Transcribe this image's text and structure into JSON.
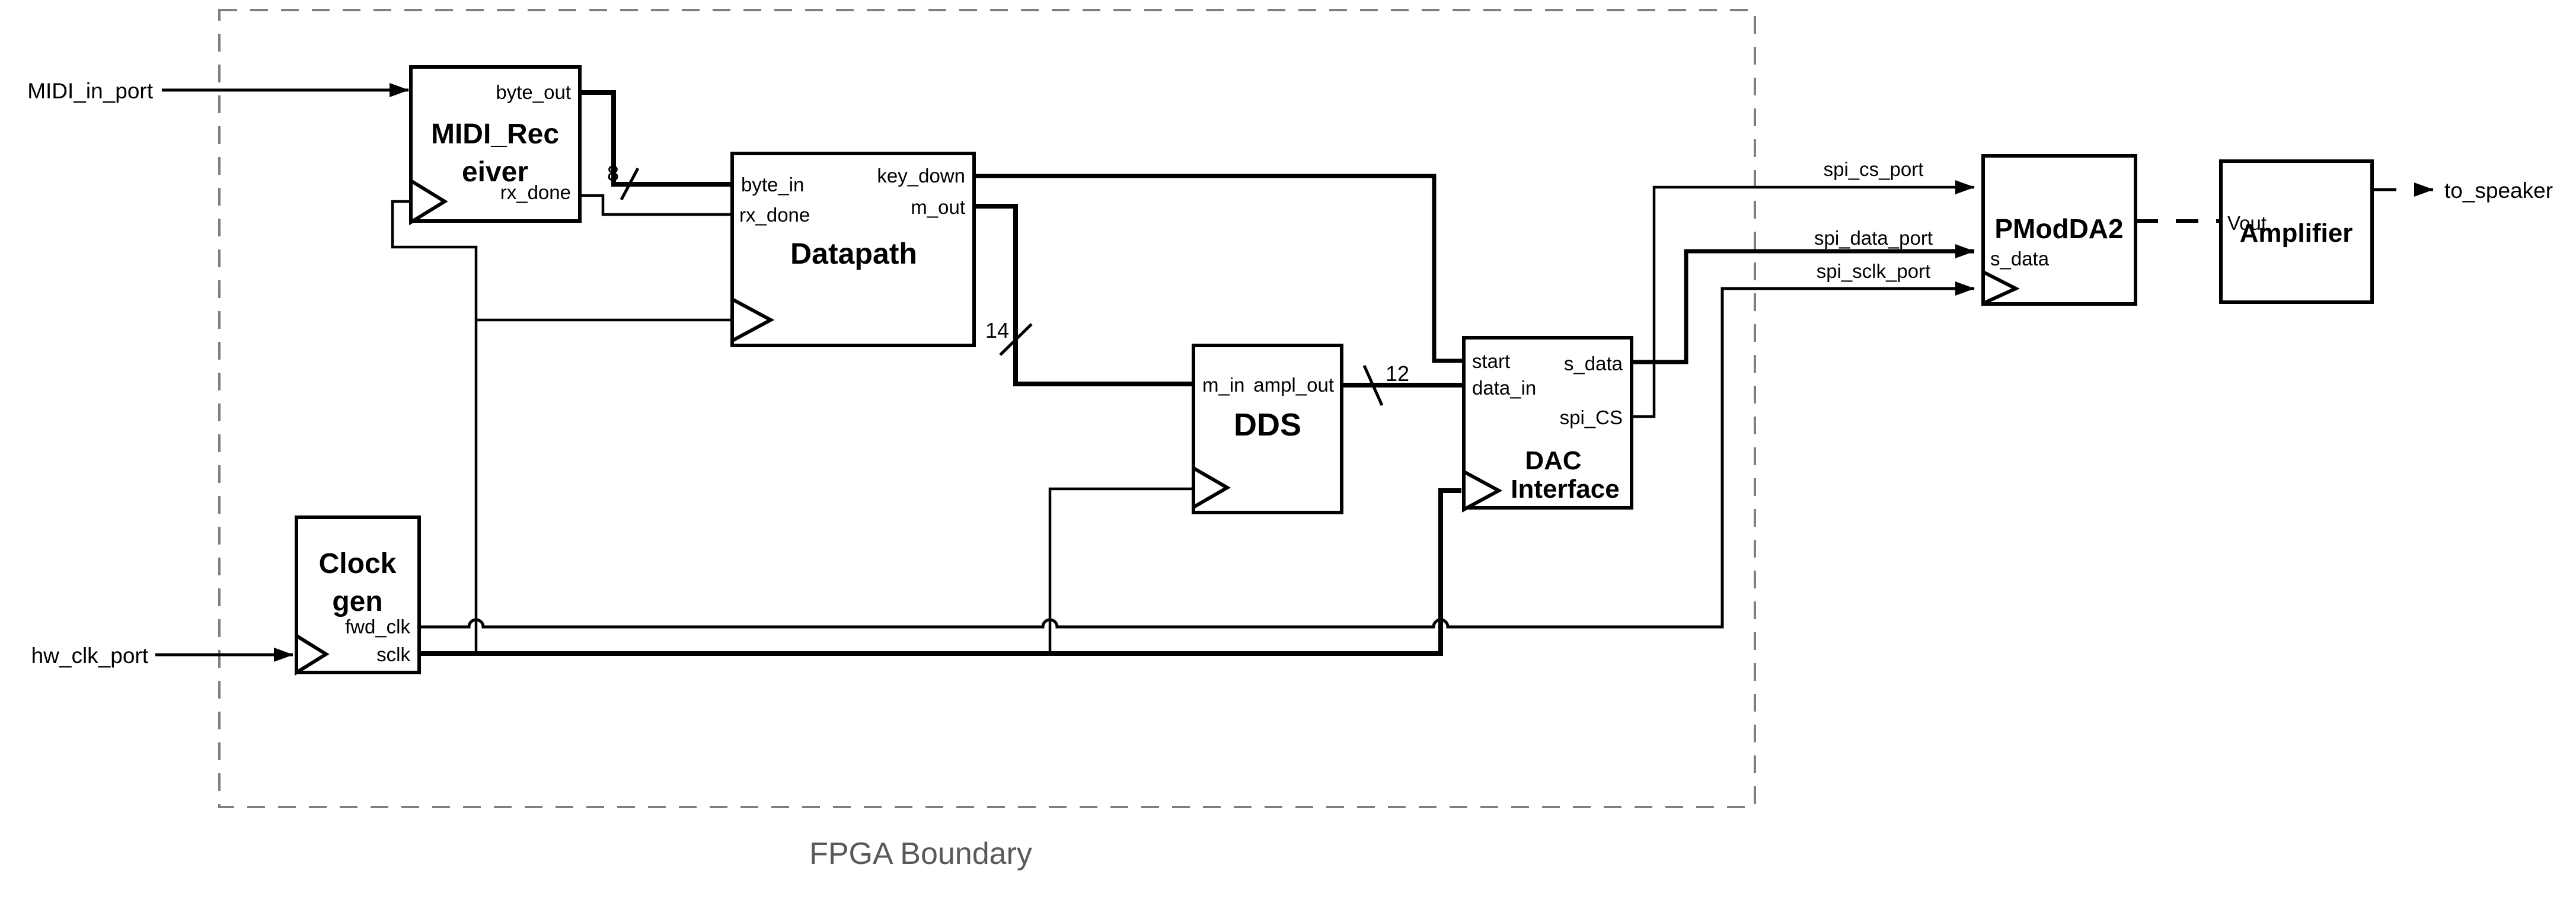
{
  "diagram": {
    "boundary_label": "FPGA Boundary",
    "external_ports": {
      "midi_in": "MIDI_in_port",
      "hw_clk": "hw_clk_port",
      "spi_cs": "spi_cs_port",
      "spi_data": "spi_data_port",
      "spi_sclk": "spi_sclk_port",
      "to_speaker": "to_speaker"
    },
    "bus_widths": {
      "byte": "8",
      "m_out": "14",
      "ampl_out": "12"
    },
    "blocks": {
      "midi_receiver": {
        "title_line1": "MIDI_Rec",
        "title_line2": "eiver",
        "ports": {
          "byte_out": "byte_out",
          "rx_done": "rx_done"
        }
      },
      "datapath": {
        "title": "Datapath",
        "ports": {
          "byte_in": "byte_in",
          "rx_done": "rx_done",
          "key_down": "key_down",
          "m_out": "m_out"
        }
      },
      "dds": {
        "title": "DDS",
        "ports": {
          "m_in": "m_in",
          "ampl_out": "ampl_out"
        }
      },
      "dac_interface": {
        "title_line1": "DAC",
        "title_line2": "Interface",
        "ports": {
          "start": "start",
          "data_in": "data_in",
          "s_data": "s_data",
          "spi_cs": "spi_CS"
        }
      },
      "clock_gen": {
        "title_line1": "Clock",
        "title_line2": "gen",
        "ports": {
          "fwd_clk": "fwd_clk",
          "sclk": "sclk"
        }
      },
      "pmod_da2": {
        "title": "PModDA2",
        "ports": {
          "s_data": "s_data"
        }
      },
      "amplifier": {
        "title": "Amplifier",
        "ports": {
          "vout": "Vout"
        }
      }
    },
    "colors": {
      "line": "#000000",
      "boundary_dash": "#7f7f7f",
      "boundary_text": "#595959",
      "background": "#ffffff"
    }
  }
}
